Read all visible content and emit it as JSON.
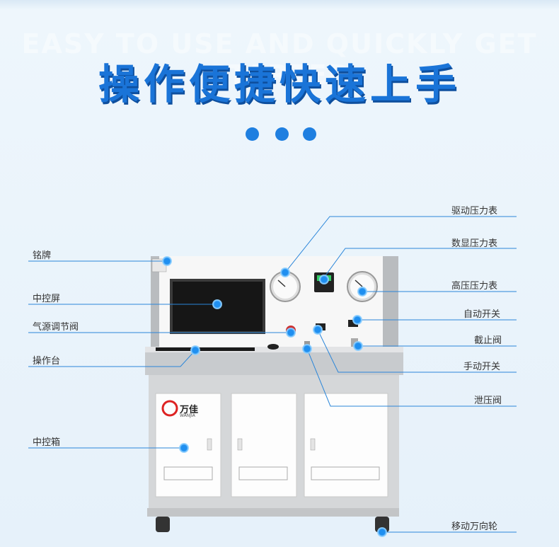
{
  "header": {
    "title": "操作便捷快速上手",
    "ghost_text": "EASY TO USE AND QUICKLY GET STARTED"
  },
  "labels": {
    "nameplate": "铭牌",
    "control_screen": "中控屏",
    "air_valve": "气源调节阀",
    "console": "操作台",
    "control_box": "中控箱",
    "drive_gauge": "驱动压力表",
    "digital_gauge": "数显压力表",
    "high_gauge": "高压压力表",
    "auto_switch": "自动开关",
    "stop_valve": "截止阀",
    "manual_switch": "手动开关",
    "relief_valve": "泄压阀",
    "caster": "移动万向轮"
  },
  "brand": {
    "logo_text": "万佳",
    "logo_sub": "WANJIA"
  },
  "colors": {
    "accent": "#1f7fe0",
    "title": "#1a74d8",
    "cabinet": "#d2d4d6",
    "door": "#ffffff"
  }
}
